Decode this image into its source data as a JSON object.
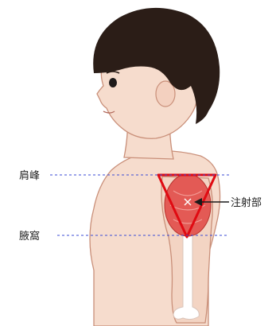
{
  "labels": {
    "acromion": "肩峰",
    "axilla": "腋窩",
    "injection_site": "注射部"
  },
  "colors": {
    "skin": "#f6dccd",
    "skin_outline": "#c98f79",
    "hair": "#2b1d17",
    "muscle": "#e35a55",
    "muscle_dark": "#c8302d",
    "triangle": "#e00a12",
    "guide_line": "#3b4bd6",
    "bone": "#ffffff"
  }
}
